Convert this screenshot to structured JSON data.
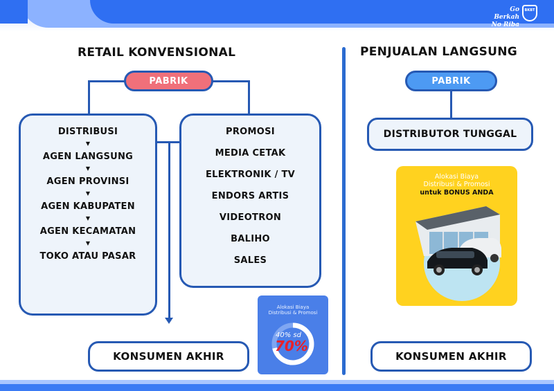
{
  "brand": {
    "line1": "Go Berkah",
    "line2": "No Riba",
    "logo_text": "BKBT"
  },
  "left": {
    "title": "RETAIL KONVENSIONAL",
    "pabrik": "PABRIK",
    "chain": [
      "DISTRIBUSI",
      "AGEN LANGSUNG",
      "AGEN PROVINSI",
      "AGEN KABUPATEN",
      "AGEN KECAMATAN",
      "TOKO ATAU PASAR"
    ],
    "costs": [
      "PROMOSI",
      "MEDIA CETAK",
      "ELEKTRONIK / TV",
      "ENDORS ARTIS",
      "VIDEOTRON",
      "BALIHO",
      "SALES"
    ],
    "konsumen": "KONSUMEN AKHIR",
    "promo": {
      "line1": "Alokasi Biaya",
      "line2": "Distribusi & Promosi",
      "pct_from": "40% sd",
      "pct_to": "70%"
    }
  },
  "right": {
    "title": "PENJUALAN LANGSUNG",
    "pabrik": "PABRIK",
    "distributor": "DISTRIBUTOR TUNGGAL",
    "promo": {
      "line1": "Alokasi Biaya",
      "line2": "Distribusi & Promosi",
      "line3": "untuk BONUS ANDA"
    },
    "konsumen": "KONSUMEN AKHIR"
  },
  "colors": {
    "primary": "#2659b3",
    "pabrik_left": "#f0707a",
    "pabrik_right": "#4d9af3",
    "box_fill": "#eef4fb",
    "promo_yellow": "#ffd21f",
    "promo_blue": "#4a7fe8"
  }
}
